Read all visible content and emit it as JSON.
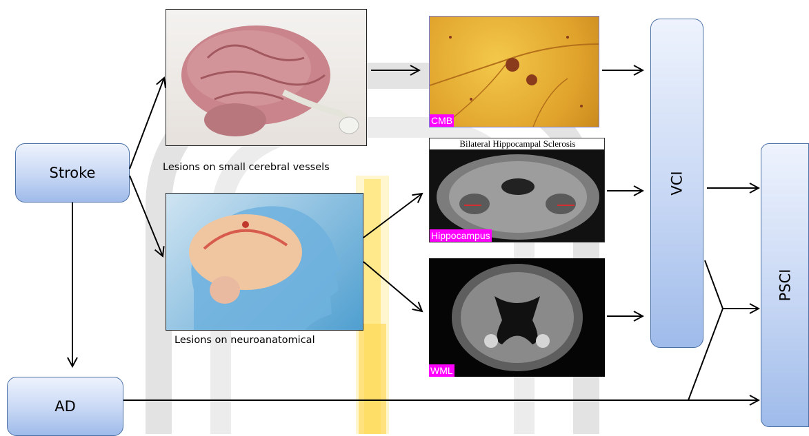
{
  "nodes": {
    "stroke": "Stroke",
    "ad": "AD",
    "vci": "VCI",
    "psci": "PSCI"
  },
  "captions": {
    "small_vessels": "Lesions on small cerebral vessels",
    "neuroanatomical": "Lesions on neuroanatomical"
  },
  "image_labels": {
    "cmb": "CMB",
    "hippocampus": "Hippocampus",
    "wml": "WML",
    "mri_header": "Bilateral Hippocampal Sclerosis"
  },
  "images": {
    "brain_3d": "brain-illustration",
    "head_profile": "head-profile-illustration",
    "histology": "histology-microbleed",
    "mri_coronal": "coronal-mri",
    "mri_axial": "axial-mri"
  },
  "colors": {
    "node_fill": "#c7d7f4",
    "node_border": "#4a6fa5",
    "tag_bg": "#ff00ff",
    "arrow": "#000000"
  }
}
